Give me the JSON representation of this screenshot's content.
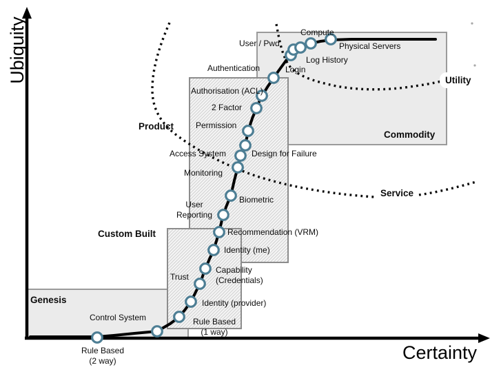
{
  "axes": {
    "x_label": "Certainty",
    "y_label": "Ubiquity"
  },
  "stages": [
    {
      "id": "genesis",
      "label": "Genesis"
    },
    {
      "id": "custom-built",
      "label": "Custom Built"
    },
    {
      "id": "product",
      "label": "Product"
    },
    {
      "id": "commodity",
      "label": "Commodity"
    }
  ],
  "boundaries": [
    {
      "id": "service",
      "label": "Service"
    },
    {
      "id": "utility",
      "label": "Utility"
    }
  ],
  "nodes": [
    {
      "id": "rule-based-2way",
      "label": "Rule Based\n(2 way)"
    },
    {
      "id": "control-system",
      "label": "Control System"
    },
    {
      "id": "rule-based-1way",
      "label": "Rule Based\n(1 way)"
    },
    {
      "id": "identity-provider",
      "label": "Identity (provider)"
    },
    {
      "id": "trust",
      "label": "Trust"
    },
    {
      "id": "capability",
      "label": "Capability\n(Credentials)"
    },
    {
      "id": "identity-me",
      "label": "Identity (me)"
    },
    {
      "id": "recommendation-vrm",
      "label": "Recommendation (VRM)"
    },
    {
      "id": "user-reporting",
      "label": "User\nReporting"
    },
    {
      "id": "biometric",
      "label": "Biometric"
    },
    {
      "id": "monitoring",
      "label": "Monitoring"
    },
    {
      "id": "access-system",
      "label": "Access System"
    },
    {
      "id": "design-for-failure",
      "label": "Design for Failure"
    },
    {
      "id": "permission",
      "label": "Permission"
    },
    {
      "id": "two-factor",
      "label": "2 Factor"
    },
    {
      "id": "authorisation-acl",
      "label": "Authorisation (ACL)"
    },
    {
      "id": "authentication",
      "label": "Authentication"
    },
    {
      "id": "login",
      "label": "Login"
    },
    {
      "id": "user-pwd",
      "label": "User / Pwd"
    },
    {
      "id": "log-history",
      "label": "Log History"
    },
    {
      "id": "compute",
      "label": "Compute"
    },
    {
      "id": "physical-servers",
      "label": "Physical Servers"
    }
  ],
  "colors": {
    "node_stroke": "#4d7e94",
    "curve": "#000000",
    "stage_fill": "#ebebeb",
    "stage_border": "#999999",
    "hatch_stripe": "#d8d8d8"
  }
}
